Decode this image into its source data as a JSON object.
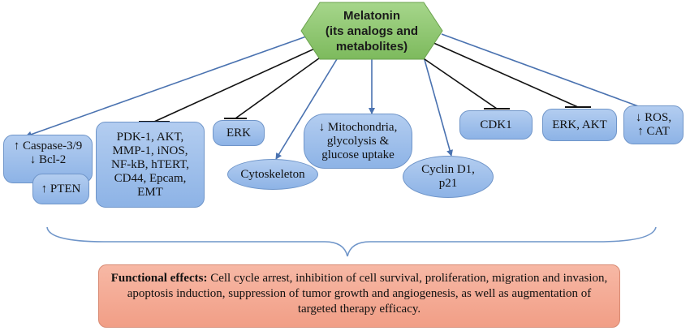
{
  "center": {
    "label": "Melatonin\n(its analogs and\nmetabolites)"
  },
  "nodes": {
    "caspase": "↑ Caspase-3/9\n↓ Bcl-2",
    "pten": "↑ PTEN",
    "pdk": "PDK-1, AKT,\nMMP-1, iNOS,\nNF-kB, hTERT,\nCD44, Epcam,\nEMT",
    "erk": "ERK",
    "cytoskeleton": "Cytoskeleton",
    "mitochondria": "↓ Mitochondria,\nglycolysis &\nglucose uptake",
    "cyclin": "Cyclin D1,\np21",
    "cdk1": "CDK1",
    "erk_akt": "ERK, AKT",
    "ros": "↓ ROS,\n↑ CAT"
  },
  "effects": {
    "heading": "Functional effects:",
    "text": " Cell cycle arrest, inhibition of cell survival, proliferation, migration and invasion, apoptosis induction, suppression of tumor growth and angiogenesis, as well as augmentation of targeted therapy efficacy."
  },
  "colors": {
    "hexagon": "#8cc56f",
    "nodes": "#9dbfea",
    "effects": "#f4a88f",
    "connector": "#4a72b0",
    "inhibitor": "#111111"
  }
}
